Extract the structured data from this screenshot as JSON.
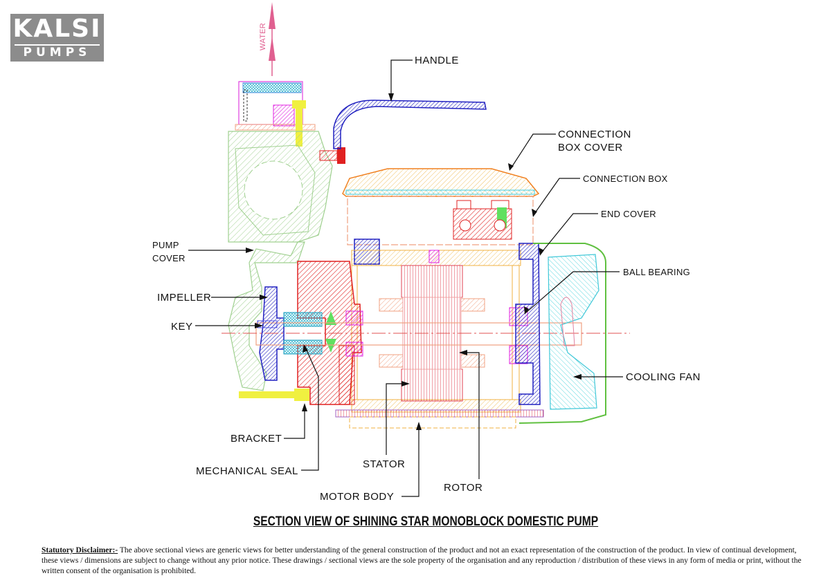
{
  "logo": {
    "line1": "KALSI",
    "line2": "PUMPS"
  },
  "water_label": "WATER",
  "labels": {
    "handle": "HANDLE",
    "connection_box_cover_1": "CONNECTION",
    "connection_box_cover_2": "BOX COVER",
    "connection_box": "CONNECTION BOX",
    "end_cover": "END COVER",
    "pump_cover_1": "PUMP",
    "pump_cover_2": "COVER",
    "ball_bearing": "BALL BEARING",
    "impeller": "IMPELLER",
    "key": "KEY",
    "cooling_fan": "COOLING FAN",
    "bracket": "BRACKET",
    "stator": "STATOR",
    "rotor": "ROTOR",
    "mechanical_seal": "MECHANICAL SEAL",
    "motor_body": "MOTOR BODY"
  },
  "title": "SECTION VIEW OF SHINING STAR MONOBLOCK DOMESTIC PUMP",
  "disclaimer": {
    "heading": "Statutory Disclaimer:-",
    "text": " The above sectional views are generic views for better understanding of the general construction of the product and not an exact representation of the construction of the product. In view of continual development, these views / dimensions are subject to change without any prior notice. These drawings / sectional views are the sole property of the organisation and any reproduction / distribution of these views in any form of media or print, without the written consent of the organisation is prohibited."
  },
  "colors": {
    "pump_body": "#9fd08f",
    "impeller": "#e02020",
    "rotor": "#e05050",
    "motor_body": "#f0b040",
    "end_cover": "#2020c0",
    "bearing": "#e020e0",
    "fan": "#40c8d8",
    "cover": "#f08020",
    "arrow": "#e06090"
  }
}
